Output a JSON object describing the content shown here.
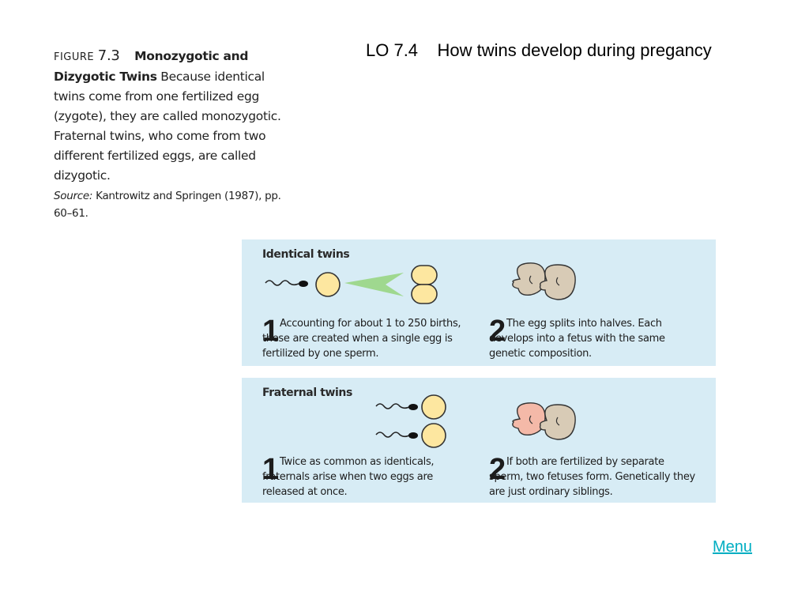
{
  "caption": {
    "figure_word": "FIGURE",
    "figure_number": "7.3",
    "title": "Monozygotic and Dizygotic Twins",
    "body": "Because identical twins come from one fertilized egg (zygote), they are called monozygotic. Fraternal twins, who come from two different fertilized eggs, are called dizygotic.",
    "source_label": "Source:",
    "source_text": "Kantrowitz and Springen (1987), pp. 60–61."
  },
  "slide_title": "LO 7.4    How twins develop during pregancy",
  "identical": {
    "heading": "Identical twins",
    "step1_number": "1",
    "step1_text": "Accounting for about 1 to 250 births, these are created when a single egg is fertilized by one sperm.",
    "step2_number": "2",
    "step2_text": "The egg splits into halves. Each develops into a fetus with the same genetic composition."
  },
  "fraternal": {
    "heading": "Fraternal twins",
    "step1_number": "1",
    "step1_text": "Twice as common as identicals, fraternals arise when two eggs are released at once.",
    "step2_number": "2",
    "step2_text": "If both are fertilized by separate sperm, two fetuses form. Genetically they are just ordinary siblings."
  },
  "menu_label": "Menu",
  "colors": {
    "panel_bg": "#d7ecf5",
    "egg_fill": "#fde7a0",
    "arrow_green": "#9fd88f",
    "fetus_fill": "#d8cbb6",
    "fetus_pink": "#f4b9a8",
    "link": "#00aec2"
  }
}
